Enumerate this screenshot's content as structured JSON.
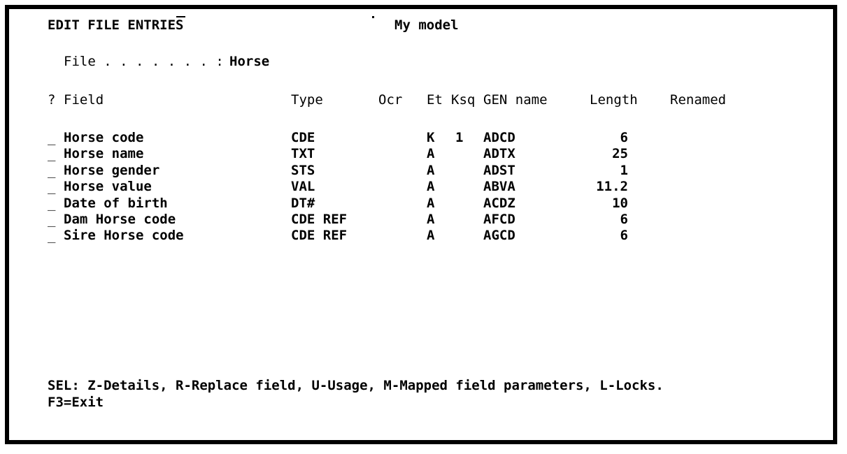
{
  "screen": {
    "title": "EDIT FILE ENTRIES",
    "model_label": "My model",
    "border_color": "#000000",
    "background_color": "#ffffff",
    "text_color": "#000000"
  },
  "file_line": {
    "label": "File . . . . . . . :",
    "value": "Horse"
  },
  "table": {
    "headers": {
      "sel": "?",
      "field": "Field",
      "type": "Type",
      "ocr": "Ocr",
      "et": "Et",
      "ksq": "Ksq",
      "gen_name": "GEN name",
      "length": "Length",
      "renamed": "Renamed"
    },
    "rows": [
      {
        "sel": "_",
        "field": "Horse code",
        "type": "CDE",
        "ocr": "",
        "et": "K",
        "ksq": "1",
        "gen_name": "ADCD",
        "length": "6",
        "renamed": ""
      },
      {
        "sel": "_",
        "field": "Horse name",
        "type": "TXT",
        "ocr": "",
        "et": "A",
        "ksq": "",
        "gen_name": "ADTX",
        "length": "25",
        "renamed": ""
      },
      {
        "sel": "_",
        "field": "Horse gender",
        "type": "STS",
        "ocr": "",
        "et": "A",
        "ksq": "",
        "gen_name": "ADST",
        "length": "1",
        "renamed": ""
      },
      {
        "sel": "_",
        "field": "Horse value",
        "type": "VAL",
        "ocr": "",
        "et": "A",
        "ksq": "",
        "gen_name": "ABVA",
        "length": "11.2",
        "renamed": ""
      },
      {
        "sel": "_",
        "field": "Date of birth",
        "type": "DT#",
        "ocr": "",
        "et": "A",
        "ksq": "",
        "gen_name": "ACDZ",
        "length": "10",
        "renamed": ""
      },
      {
        "sel": "_",
        "field": "Dam Horse code",
        "type": "CDE REF",
        "ocr": "",
        "et": "A",
        "ksq": "",
        "gen_name": "AFCD",
        "length": "6",
        "renamed": ""
      },
      {
        "sel": "_",
        "field": "Sire Horse code",
        "type": "CDE REF",
        "ocr": "",
        "et": "A",
        "ksq": "",
        "gen_name": "AGCD",
        "length": "6",
        "renamed": ""
      }
    ]
  },
  "footer": {
    "sel_help": "SEL: Z-Details, R-Replace field, U-Usage, M-Mapped field parameters, L-Locks.",
    "function_keys": "F3=Exit"
  }
}
